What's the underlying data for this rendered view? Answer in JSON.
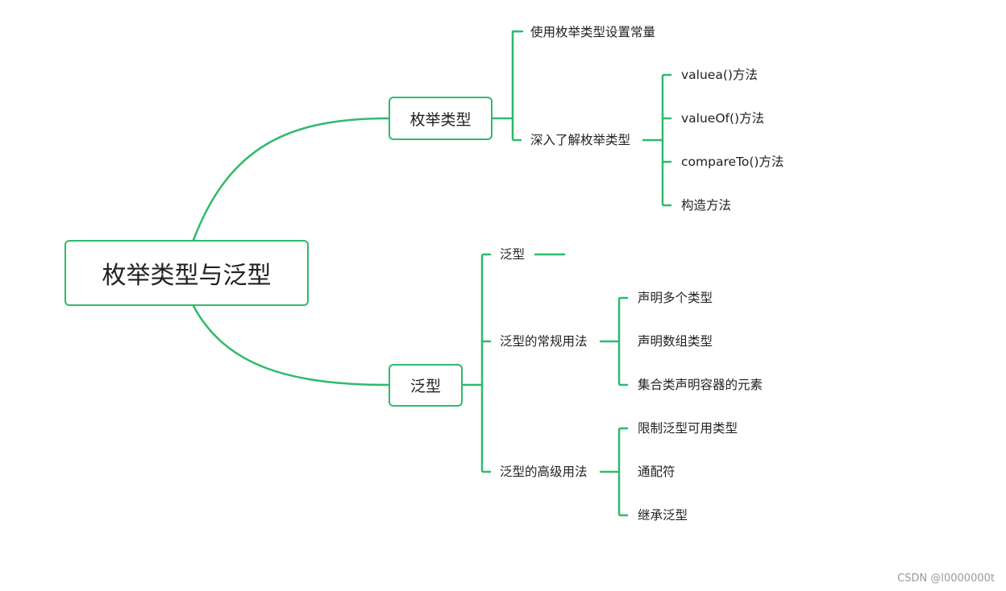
{
  "colors": {
    "line": "#2fba6d",
    "text": "#222222"
  },
  "root": {
    "label": "枚举类型与泛型"
  },
  "branches": {
    "enum": {
      "label": "枚举类型",
      "children": [
        {
          "label": "使用枚举类型设置常量"
        },
        {
          "label": "深入了解枚举类型",
          "children": [
            "valuea()方法",
            "valueOf()方法",
            "compareTo()方法",
            "构造方法"
          ]
        }
      ]
    },
    "generic": {
      "label": "泛型",
      "children": [
        {
          "label": "泛型"
        },
        {
          "label": "泛型的常规用法",
          "children": [
            "声明多个类型",
            "声明数组类型",
            "集合类声明容器的元素"
          ]
        },
        {
          "label": "泛型的高级用法",
          "children": [
            "限制泛型可用类型",
            "通配符",
            "继承泛型"
          ]
        }
      ]
    }
  },
  "watermark": "CSDN @l0000000t"
}
